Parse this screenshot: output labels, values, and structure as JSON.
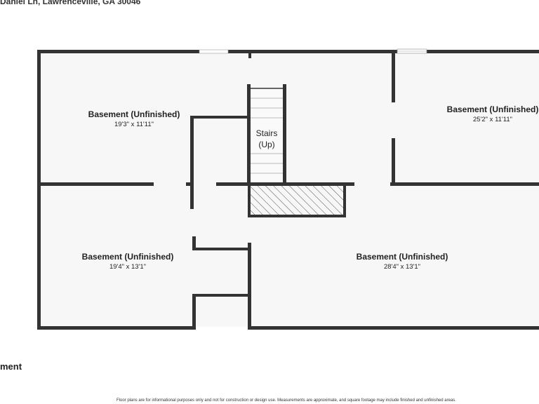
{
  "header": {
    "address": "Daniel Ln, Lawrenceville, GA 30046"
  },
  "level": {
    "label": "ment"
  },
  "rooms": [
    {
      "name": "Basement (Unfinished)",
      "dims": "19'3\" x 11'11\""
    },
    {
      "name": "Basement (Unfinished)",
      "dims": "25'2\" x 11'11\""
    },
    {
      "name": "Basement (Unfinished)",
      "dims": "19'4\" x 13'1\""
    },
    {
      "name": "Basement (Unfinished)",
      "dims": "28'4\" x 13'1\""
    }
  ],
  "stairs": {
    "line1": "Stairs",
    "line2": "(Up)"
  },
  "footer": {
    "disclaimer": "Floor plans are for informational purposes only and not for construction or design use. Measurements are approximate, and square footage may include finished and unfinished areas."
  },
  "colors": {
    "wall": "#333333",
    "floor": "#f7f7f7",
    "hatch": "#555555"
  }
}
